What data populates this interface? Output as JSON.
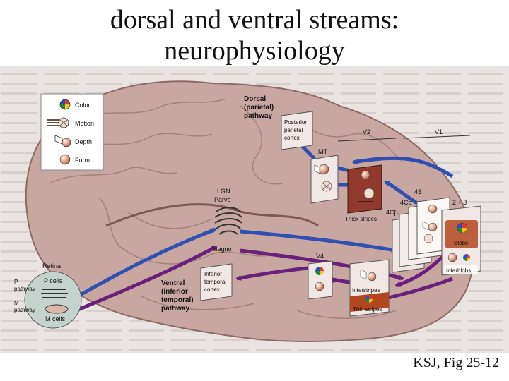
{
  "title": {
    "line1": "dorsal and ventral streams:",
    "line2": "neurophysiology"
  },
  "caption": "KSJ, Fig 25-12",
  "legend": {
    "items": [
      {
        "label": "Color",
        "icon": "color-wheel-icon"
      },
      {
        "label": "Motion",
        "icon": "motion-icon"
      },
      {
        "label": "Depth",
        "icon": "depth-icon"
      },
      {
        "label": "Form",
        "icon": "form-sphere-icon"
      }
    ]
  },
  "pathways": {
    "dorsal": [
      "Dorsal",
      "(parietal)",
      "pathway"
    ],
    "ventral": [
      "Ventral",
      "(inferior",
      "temporal)",
      "pathway"
    ]
  },
  "areas": {
    "posterior_parietal": [
      "Posterior",
      "parietal",
      "cortex"
    ],
    "inferior_temporal": [
      "Inferior",
      "temporal",
      "cortex"
    ],
    "mt": "MT",
    "v4": "V4",
    "v2": "V2",
    "v1": "V1"
  },
  "lgn": {
    "label1": "LGN",
    "label2": "Parvo",
    "label3": "Magno"
  },
  "retina": {
    "title": "Retina",
    "p_cells": "P cells",
    "m_cells": "M cells",
    "p_pathway": [
      "P",
      "pathway"
    ],
    "m_pathway": [
      "M",
      "pathway"
    ]
  },
  "v1_layers": {
    "l4b": "4B",
    "l4ca": "4Cα",
    "l4cb": "4Cβ",
    "l23": "2 + 3"
  },
  "compartments": {
    "thick": "Thick stripes",
    "inter": "Interstripes",
    "thin": "Thin stripes",
    "blobs": "Blobs",
    "interblobs": "Interblobs"
  },
  "colors": {
    "magno_path": "#2f4fb3",
    "parvo_path": "#6a1f7a",
    "brain": "#c9a7a1",
    "panel": "#f1e8e5",
    "thick_fill": "#8f3a2c",
    "thin_fill": "#b1461f"
  }
}
